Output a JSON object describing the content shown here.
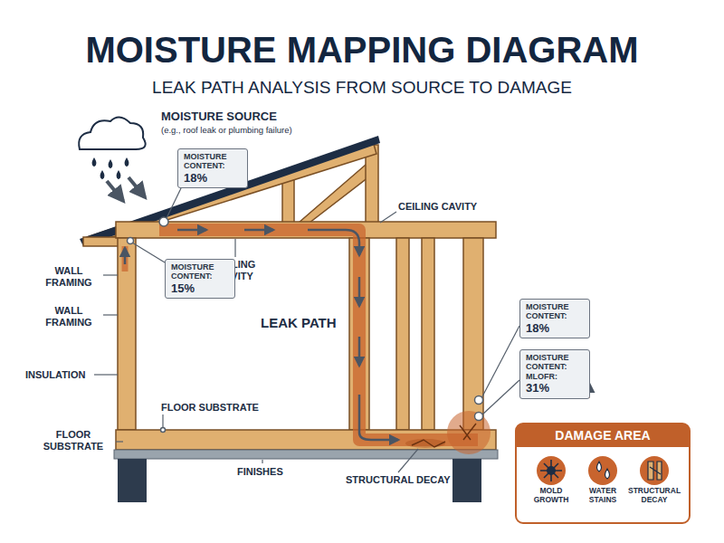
{
  "diagram": {
    "title": "MOISTURE MAPPING DIAGRAM",
    "caption": "LEAK PATH ANALYSIS FROM SOURCE TO DAMAGE",
    "nodes": [
      {
        "text": [
          "MOISTURE CONTENT:",
          "18%"
        ]
      },
      {
        "text": [
          "MOISTURE CONTENT:",
          "15%"
        ]
      },
      {
        "text": [
          "MOISTURE CONTENT:",
          "18%"
        ]
      },
      {
        "text": [
          "MOISTURE CONTENT: MLOFR:",
          "31%"
        ]
      },
      {
        "text": [
          "DAMAGE AREA"
        ]
      },
      {
        "text": [
          "MOLD GROWTH"
        ],
        "in": 4
      },
      {
        "text": [
          "WATER STAINS"
        ],
        "in": 4
      },
      {
        "text": [
          "STRUCTURAL DECAY"
        ],
        "in": 4
      }
    ],
    "labels": [
      "MOISTURE SOURCE",
      "(e.g., roof leak or plumbing failure)",
      "CEILING CAVITY",
      "WALL FRAMING",
      "CEILING CAVITY",
      "WALL FRAMING",
      "LEAK PATH",
      "INSULATION",
      "FLOOR SUBSTRATE",
      "FLOOR SUBSTRATE",
      "FINISHES",
      "STRUCTURAL DECAY"
    ]
  }
}
